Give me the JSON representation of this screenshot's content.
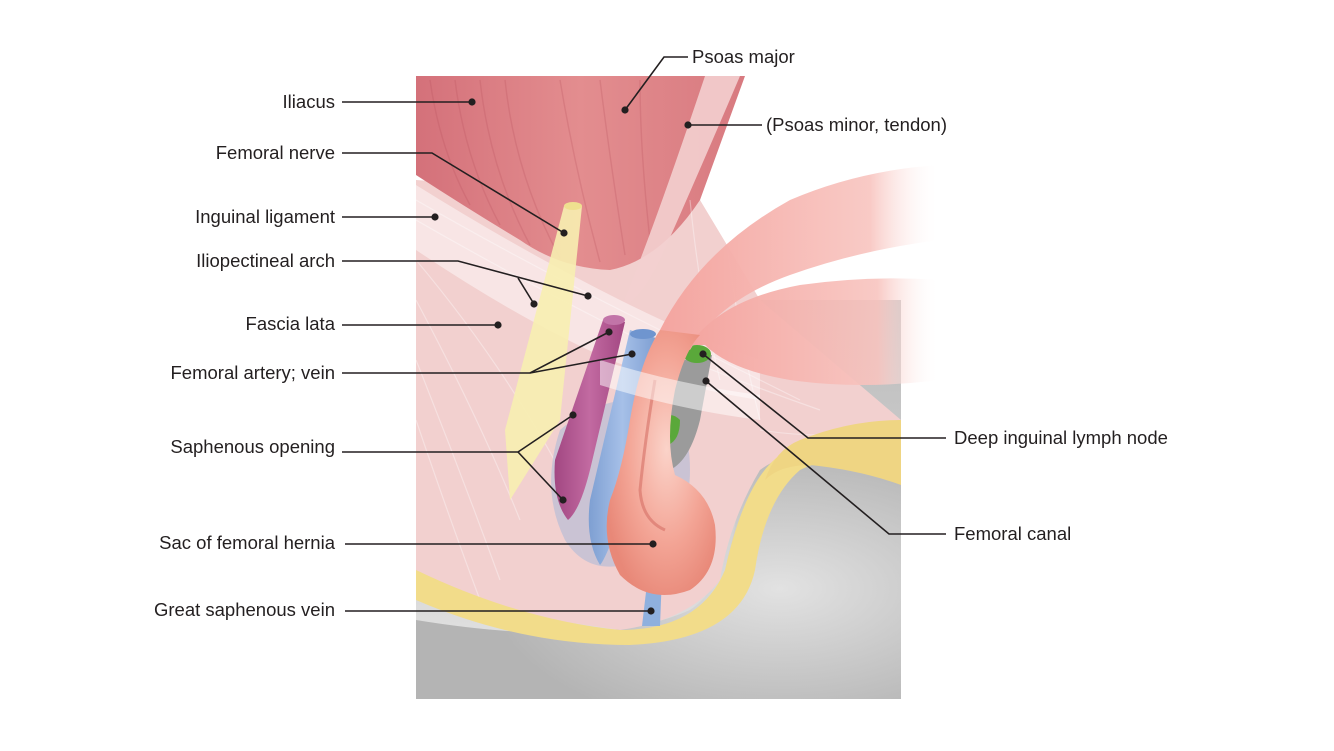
{
  "labels": {
    "iliacus": "Iliacus",
    "psoas_major": "Psoas major",
    "psoas_minor": "(Psoas minor, tendon)",
    "femoral_nerve": "Femoral nerve",
    "inguinal_ligament": "Inguinal ligament",
    "iliopectineal_arch": "Iliopectineal arch",
    "fascia_lata": "Fascia lata",
    "femoral_artery_vein": "Femoral artery; vein",
    "saphenous_opening": "Saphenous opening",
    "sac_femoral_hernia": "Sac of femoral hernia",
    "great_saphenous_vein": "Great saphenous vein",
    "deep_inguinal_lymph_node": "Deep inguinal lymph node",
    "femoral_canal": "Femoral canal"
  },
  "colors": {
    "muscle": "#d9777c",
    "muscle_light": "#eaa3a2",
    "fascia": "#f2d4d2",
    "nerve": "#f7eeb0",
    "artery": "#b5538f",
    "vein": "#8fb0de",
    "lymph_node": "#5aa83a",
    "hernia": "#f2a89a",
    "fat": "#f2dc8a",
    "skin_gray": "#c9c9c9",
    "leader": "#231f20"
  }
}
